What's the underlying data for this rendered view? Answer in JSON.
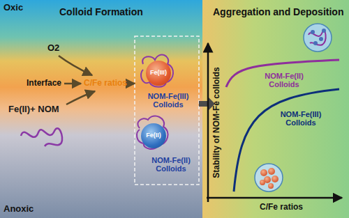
{
  "diagram": {
    "nodes": [
      {
        "text": [
          "NOM-Fe(III) Colloids",
          "NOM-Fe(II) Colloids"
        ]
      },
      {
        "text": [
          "Fe(III)"
        ],
        "in": 0
      },
      {
        "text": [
          "Fe(II)"
        ],
        "in": 0
      }
    ],
    "labels": [
      "Oxic",
      "Colloid Formation",
      "O2",
      "Interface",
      "C/Fe ratios",
      "Fe(II)+ NOM",
      "Anoxic",
      "Aggregation and Deposition",
      "Stability of NOM-Fe colloids",
      "C/Fe ratios",
      "NOM-Fe(II) Colloids",
      "NOM-Fe(III) Colloids"
    ]
  }
}
